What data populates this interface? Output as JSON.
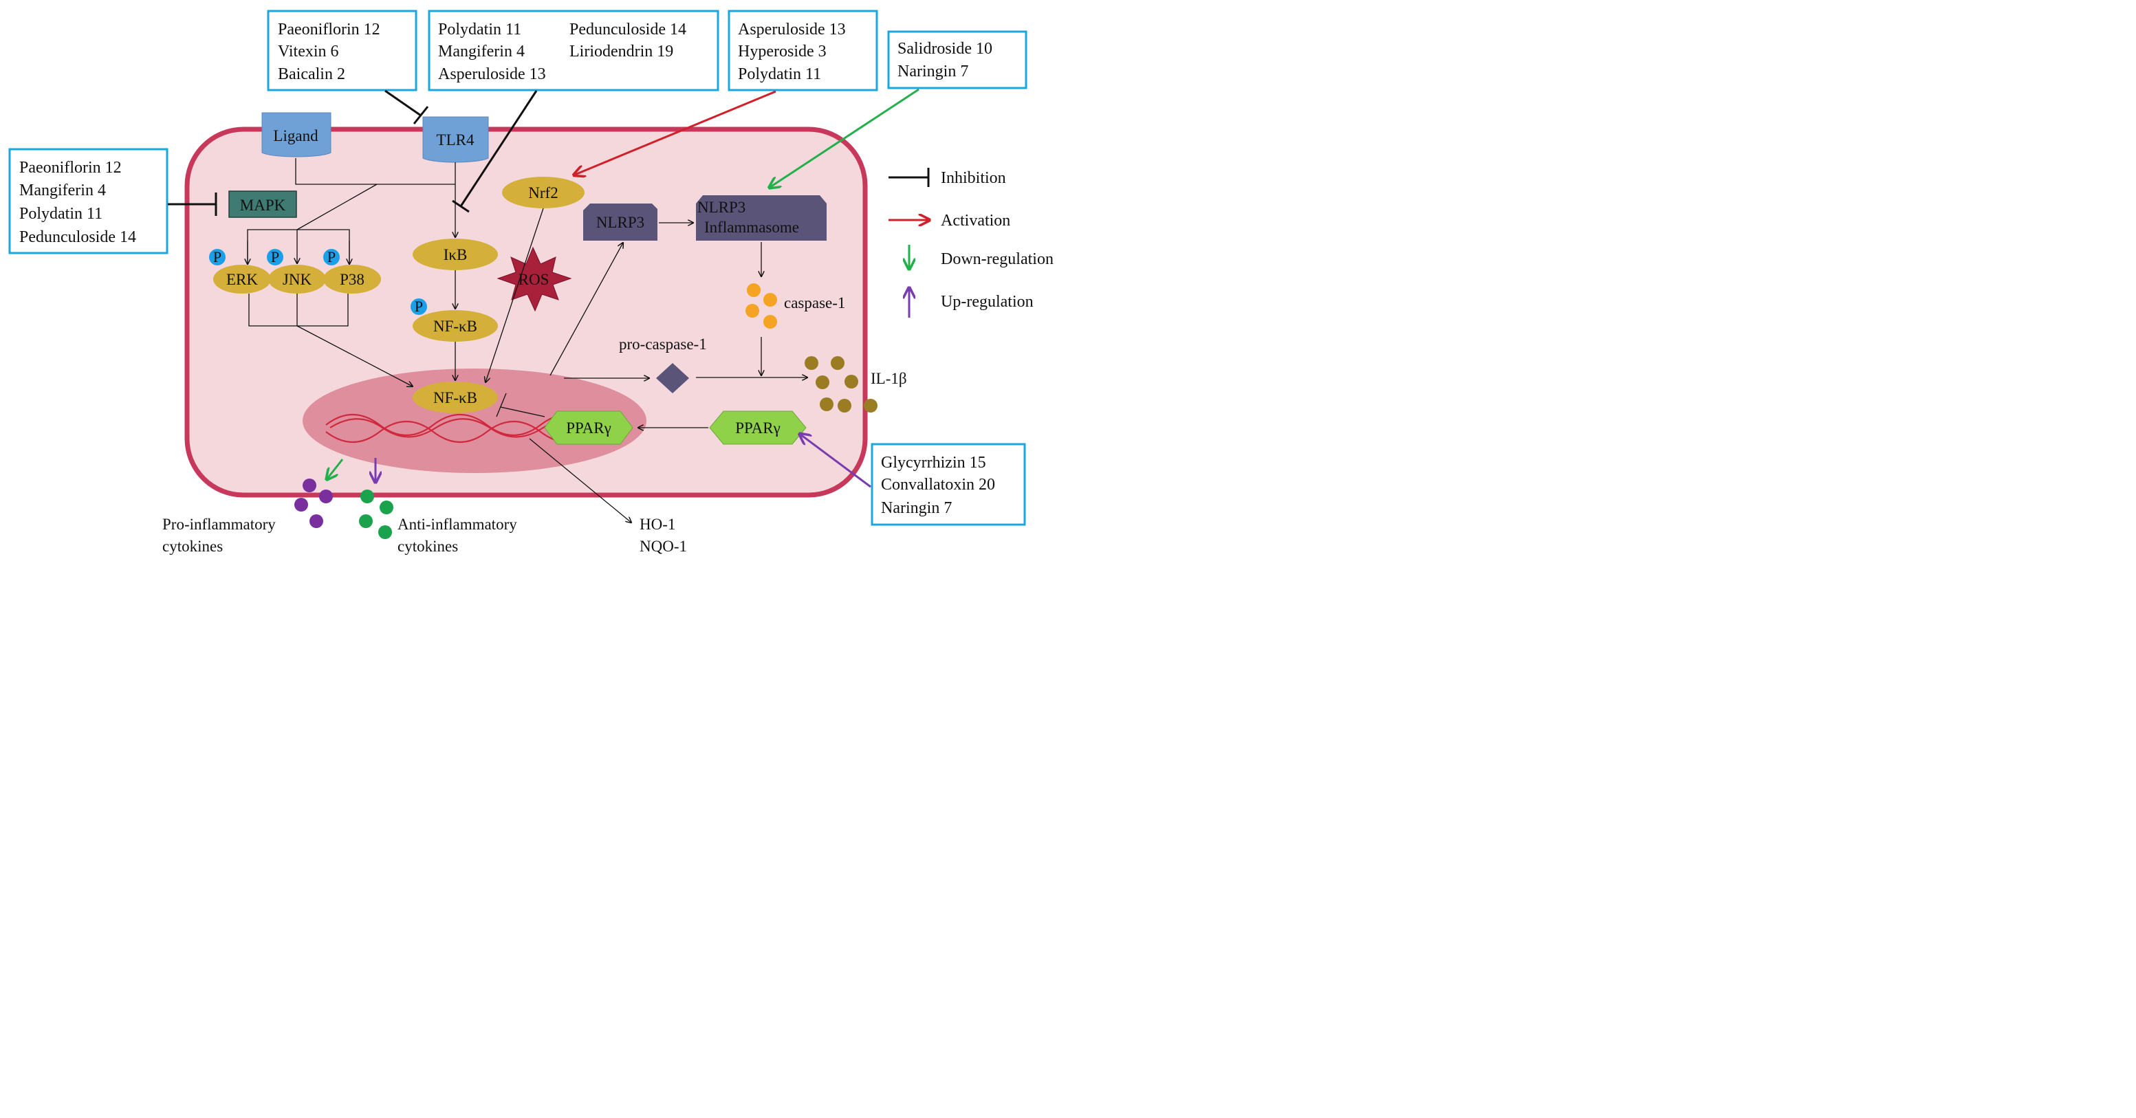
{
  "colors": {
    "cell_border": "#c8385a",
    "cell_fill": "#f4d8dc",
    "nucleus_fill": "#de8e9d",
    "box_border": "#1aa7e0",
    "receptor": "#6fa0d6",
    "gold_node": "#d4b03a",
    "mapk": "#3f7b72",
    "nlrp3": "#5a5478",
    "ros": "#a8203a",
    "pparg": "#8fd24a",
    "phospho": "#1b9fe8",
    "dna": "#d0283c",
    "caspase1": "#f5a322",
    "il1b": "#9a7c22",
    "pro_cytokine": "#7a2f9e",
    "anti_cytokine": "#1aa24c",
    "inhibition": "#111111",
    "activation": "#d0202a",
    "down_regulation": "#22b04a",
    "up_regulation": "#7a3db0"
  },
  "boxes": {
    "tlr4_inhibitors": [
      "Paeoniflorin 12",
      "Vitexin 6",
      "Baicalin 2"
    ],
    "ikb_inhibitors_left": [
      "Polydatin 11",
      "Mangiferin 4",
      "Asperuloside 13"
    ],
    "ikb_inhibitors_right": [
      "Pedunculoside 14",
      "Liriodendrin 19"
    ],
    "nrf2_activators": [
      "Asperuloside 13",
      "Hyperoside 3",
      "Polydatin 11"
    ],
    "nlrp3_downregulators": [
      "Salidroside 10",
      "Naringin 7"
    ],
    "mapk_inhibitors": [
      "Paeoniflorin 12",
      "Mangiferin 4",
      "Polydatin 11",
      "Pedunculoside 14"
    ],
    "pparg_upregulators": [
      "Glycyrrhizin 15",
      "Convallatoxin 20",
      "Naringin 7"
    ]
  },
  "nodes": {
    "ligand": "Ligand",
    "tlr4": "TLR4",
    "mapk": "MAPK",
    "erk": "ERK",
    "jnk": "JNK",
    "p38": "P38",
    "phospho": "P",
    "ikb": "IκB",
    "nfkb_cytoplasm": "NF-κB",
    "nfkb_nucleus": "NF-κB",
    "nrf2": "Nrf2",
    "ros": "ROS",
    "nlrp3": "NLRP3",
    "inflammasome_line1": "NLRP3",
    "inflammasome_line2": "Inflammasome",
    "caspase1": "caspase-1",
    "pro_caspase1": "pro-caspase-1",
    "il1b": "IL-1β",
    "pparg_nucleus": "PPARγ",
    "pparg_cytoplasm": "PPARγ",
    "pro_cytokines_line1": "Pro-inflammatory",
    "pro_cytokines_line2": "cytokines",
    "anti_cytokines_line1": "Anti-inflammatory",
    "anti_cytokines_line2": "cytokines",
    "ho1": "HO-1",
    "nqo1": "NQO-1"
  },
  "legend": {
    "inhibition": "Inhibition",
    "activation": "Activation",
    "down_regulation": "Down-regulation",
    "up_regulation": "Up-regulation"
  }
}
